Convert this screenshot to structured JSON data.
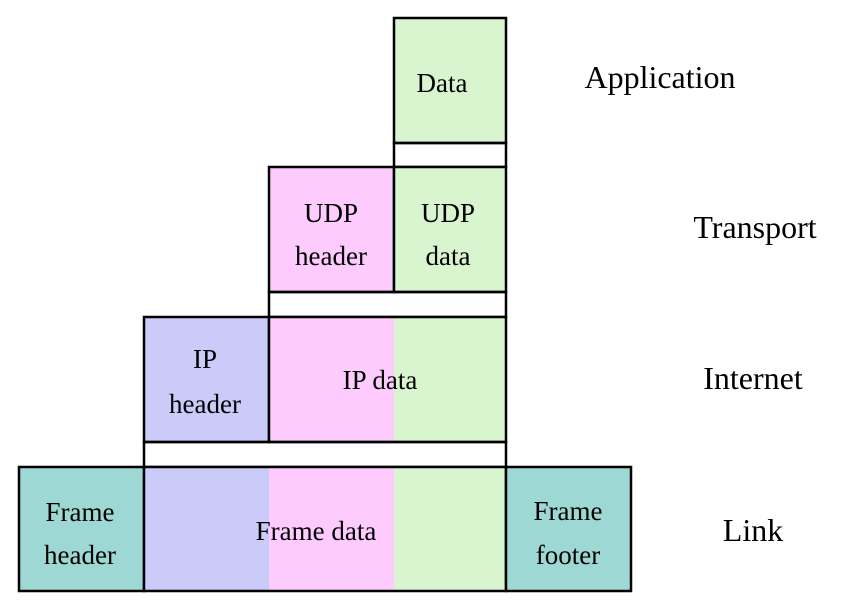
{
  "colors": {
    "data_green": "#d8f5cf",
    "udp_pink": "#fdcbfd",
    "ip_lavender": "#cbcbfa",
    "frame_teal": "#9ed8d4",
    "outline": "#000000",
    "background": "#ffffff"
  },
  "layers": {
    "application": "Application",
    "transport": "Transport",
    "internet": "Internet",
    "link": "Link"
  },
  "application": {
    "data": "Data"
  },
  "transport": {
    "udp_header": [
      "UDP",
      "header"
    ],
    "udp_data": [
      "UDP",
      "data"
    ]
  },
  "internet": {
    "ip_header": [
      "IP",
      "header"
    ],
    "ip_data": "IP data"
  },
  "link": {
    "frame_header": [
      "Frame",
      "header"
    ],
    "frame_data": "Frame data",
    "frame_footer": [
      "Frame",
      "footer"
    ]
  }
}
